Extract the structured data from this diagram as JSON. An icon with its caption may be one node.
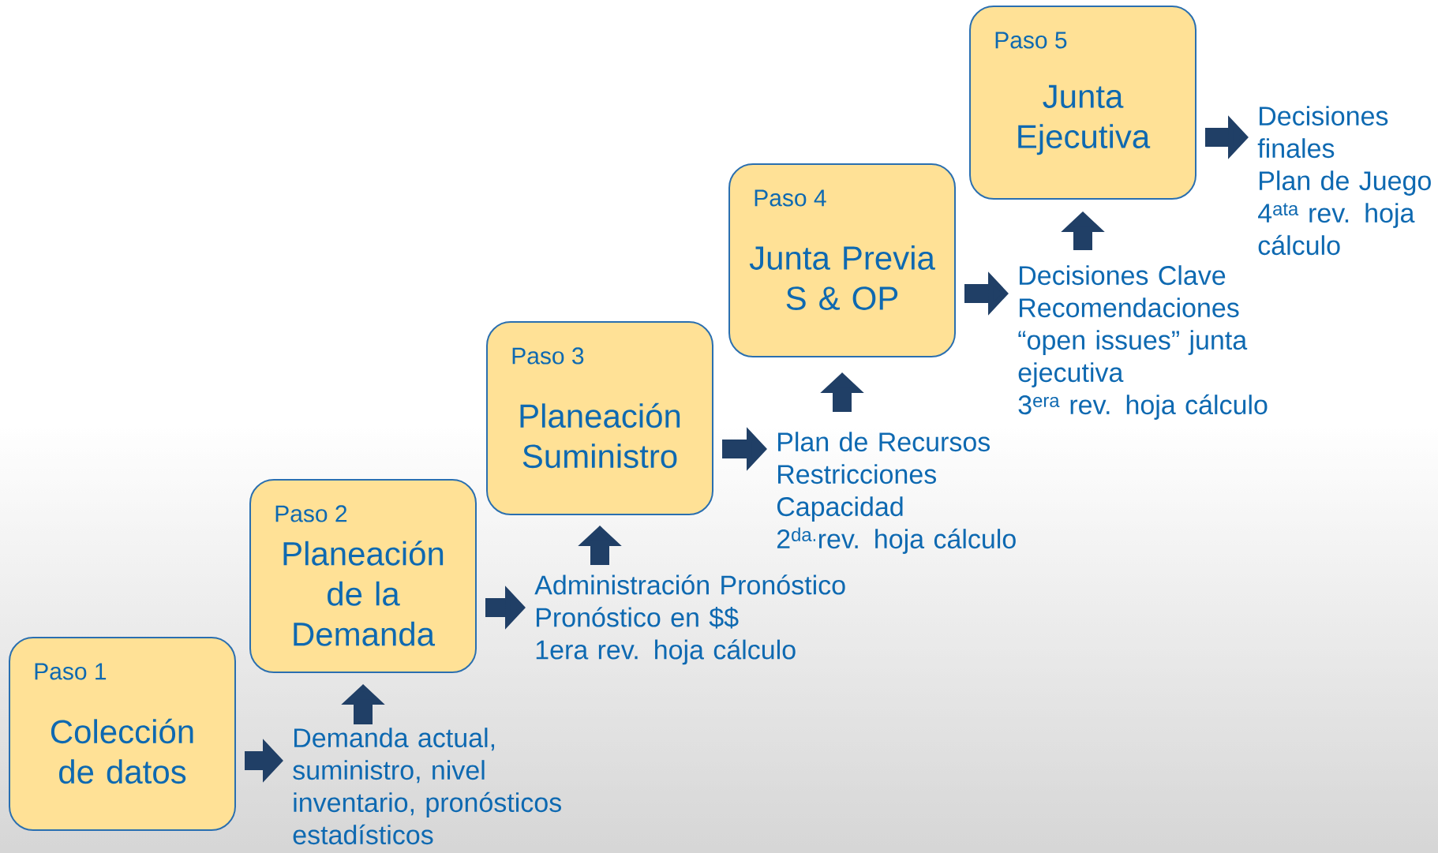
{
  "diagram": {
    "nodes": [
      {
        "text": [
          "Paso 1",
          "Colección de datos"
        ]
      },
      {
        "text": [
          "Paso 2",
          "Planeación de la Demanda"
        ]
      },
      {
        "text": [
          "Paso 3",
          "Planeación Suministro"
        ]
      },
      {
        "text": [
          "Paso 4",
          "Junta Previa S & OP"
        ]
      },
      {
        "text": [
          "Paso 5",
          "Junta Ejecutiva"
        ]
      },
      {
        "text": [
          "Demanda actual, suministro, nivel inventario, pronósticos estadísticos"
        ]
      },
      {
        "text": [
          "Administración Pronóstico",
          "Pronóstico en $$",
          "1era rev. hoja cálculo"
        ]
      },
      {
        "text": [
          "Plan de Recursos",
          "Restricciones",
          "Capacidad",
          "2$^{da.}$rev. hoja cálculo"
        ]
      },
      {
        "text": [
          "Decisiones Clave",
          "Recomendaciones",
          "“open issues” junta ejecutiva",
          "3$^{era}$ rev. hoja cálculo"
        ]
      },
      {
        "text": [
          "Decisiones finales",
          "Plan de Juego",
          "4$^{ata}$ rev. hoja cálculo"
        ]
      }
    ],
    "edges": [
      {
        "from": 0,
        "to": 5,
        "arrow": "to"
      },
      {
        "from": 5,
        "to": 1,
        "arrow": "to"
      },
      {
        "from": 1,
        "to": 6,
        "arrow": "to"
      },
      {
        "from": 6,
        "to": 2,
        "arrow": "to"
      },
      {
        "from": 2,
        "to": 7,
        "arrow": "to"
      },
      {
        "from": 7,
        "to": 3,
        "arrow": "to"
      },
      {
        "from": 3,
        "to": 8,
        "arrow": "to"
      },
      {
        "from": 8,
        "to": 4,
        "arrow": "to"
      },
      {
        "from": 4,
        "to": 9,
        "arrow": "to"
      }
    ]
  }
}
